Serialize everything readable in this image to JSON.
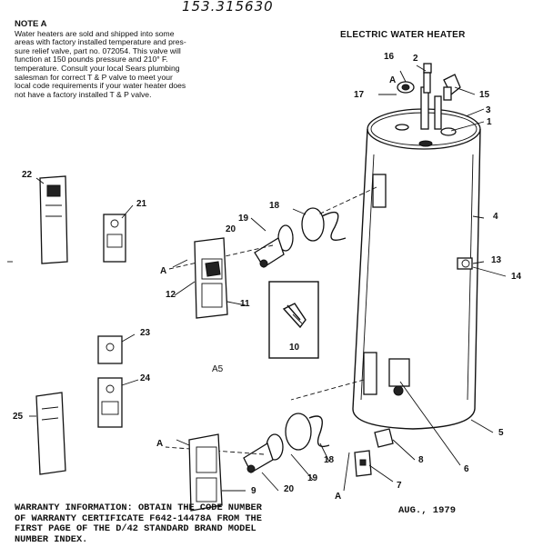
{
  "header_handwritten": "153.315630",
  "title": "ELECTRIC WATER HEATER",
  "note": {
    "heading": "NOTE A",
    "lines": [
      "Water heaters are sold and shipped into some",
      "areas with factory installed temperature and pres-",
      "sure relief valve, part no. 072054. This valve will",
      "function at 150 pounds pressure and 210° F.",
      "temperature. Consult your local Sears plumbing",
      "salesman for correct T & P valve to meet your",
      "local code requirements if your water heater does",
      "not have a factory installed T & P valve."
    ]
  },
  "warranty": {
    "lines": [
      "WARRANTY INFORMATION:  OBTAIN THE CODE NUMBER",
      "OF WARRANTY CERTIFICATE F642-14478A FROM THE",
      "FIRST PAGE OF THE D/42 STANDARD BRAND MODEL",
      "NUMBER INDEX."
    ]
  },
  "date": "AUG., 1979",
  "section_label": "A5",
  "callouts": {
    "c1": "1",
    "c2": "2",
    "c3": "3",
    "c4": "4",
    "c5": "5",
    "c6": "6",
    "c7": "7",
    "c8": "8",
    "c9": "9",
    "c10": "10",
    "c11": "11",
    "c12": "12",
    "c13": "13",
    "c14": "14",
    "c15": "15",
    "c16": "16",
    "c17": "17",
    "c18a": "18",
    "c18b": "18",
    "c19a": "19",
    "c19b": "19",
    "c20a": "20",
    "c20b": "20",
    "c21": "21",
    "c22": "22",
    "c23": "23",
    "c24": "24",
    "c25": "25",
    "a_top": "A",
    "a_mid": "A",
    "a_low": "A",
    "a_bot": "A"
  }
}
